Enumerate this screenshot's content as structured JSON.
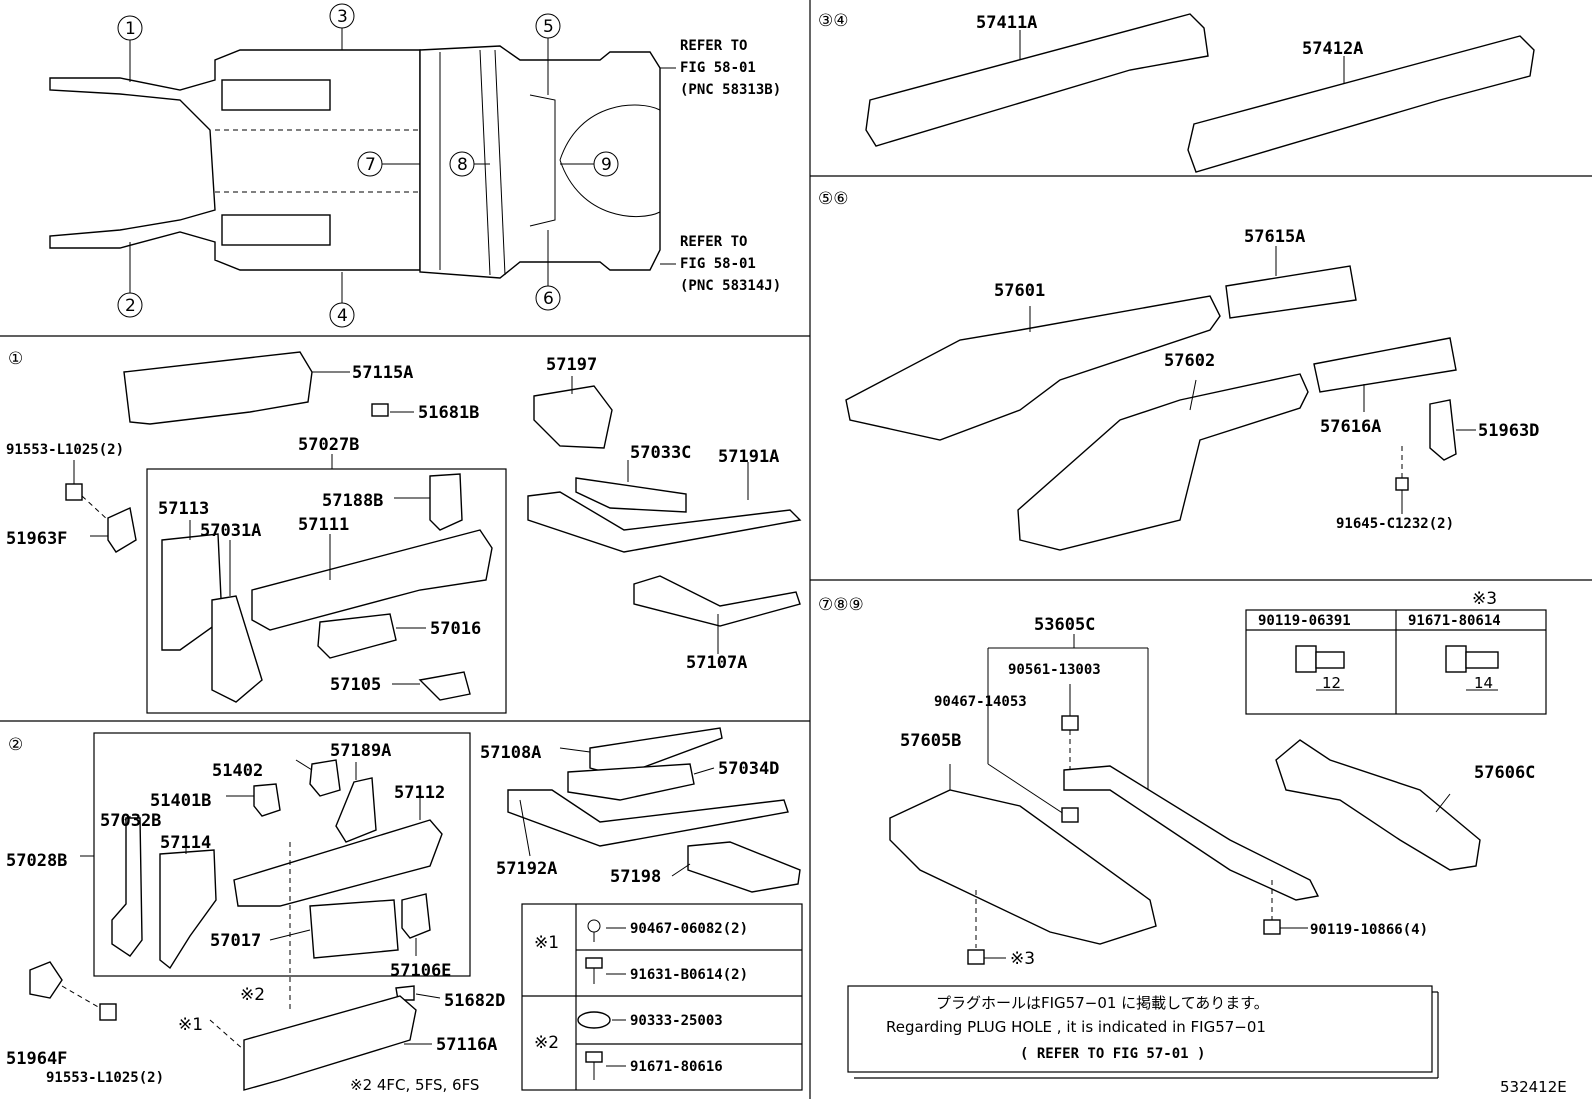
{
  "overview": {
    "callouts": [
      "1",
      "2",
      "3",
      "4",
      "5",
      "6",
      "7",
      "8",
      "9"
    ],
    "refer_top": [
      "REFER TO",
      "FIG 58-01",
      "(PNC 58313B)"
    ],
    "refer_bottom": [
      "REFER TO",
      "FIG 58-01",
      "(PNC 58314J)"
    ]
  },
  "section1": {
    "header": "①",
    "parts": {
      "p57115A": "57115A",
      "p51681B": "51681B",
      "p91553a": "91553-L1025(2)",
      "p57027B": "57027B",
      "p51963F": "51963F",
      "p57113": "57113",
      "p57031A": "57031A",
      "p57188B": "57188B",
      "p57111": "57111",
      "p57016": "57016",
      "p57105": "57105",
      "p57197": "57197",
      "p57033C": "57033C",
      "p57191A": "57191A",
      "p57107A": "57107A"
    }
  },
  "section2": {
    "header": "②",
    "parts": {
      "p51402": "51402",
      "p57189A": "57189A",
      "p51401B": "51401B",
      "p57112": "57112",
      "p57032B": "57032B",
      "p57114": "57114",
      "p57028B": "57028B",
      "p57017": "57017",
      "p57106E": "57106E",
      "p51682D": "51682D",
      "p51964F": "51964F",
      "p91553b": "91553-L1025(2)",
      "p57116A": "57116A",
      "p57108A": "57108A",
      "p57034D": "57034D",
      "p57192A": "57192A",
      "p57198": "57198",
      "mark1": "※1",
      "mark2": "※2",
      "footnote": "※2 4FC, 5FS, 6FS"
    },
    "legend": {
      "m1": "※1",
      "m2": "※2",
      "r1": "90467-06082(2)",
      "r2": "91631-B0614(2)",
      "r3": "90333-25003",
      "r4": "91671-80616"
    }
  },
  "section34": {
    "header": "③④",
    "parts": {
      "p57411A": "57411A",
      "p57412A": "57412A"
    }
  },
  "section56": {
    "header": "⑤⑥",
    "parts": {
      "p57615A": "57615A",
      "p57601": "57601",
      "p57602": "57602",
      "p57616A": "57616A",
      "p51963D": "51963D",
      "p91645": "91645-C1232(2)"
    }
  },
  "section789": {
    "header": "⑦⑧⑨",
    "parts": {
      "p53605C": "53605C",
      "p90561": "90561-13003",
      "p90467": "90467-14053",
      "p57605B": "57605B",
      "p57606C": "57606C",
      "p90119b": "90119-10866(4)",
      "mark3": "※3"
    },
    "table": {
      "mark": "※3",
      "col1": "90119-06391",
      "col2": "91671-80614",
      "dim1": "12",
      "dim2": "14"
    },
    "note": {
      "jp": "プラグホールはFIG57−01 に掲載してあります。",
      "en": "Regarding  PLUG HOLE , it is indicated in FIG57−01",
      "ref": "(    REFER TO FIG 57-01    )"
    }
  },
  "figure_id": "532412E"
}
